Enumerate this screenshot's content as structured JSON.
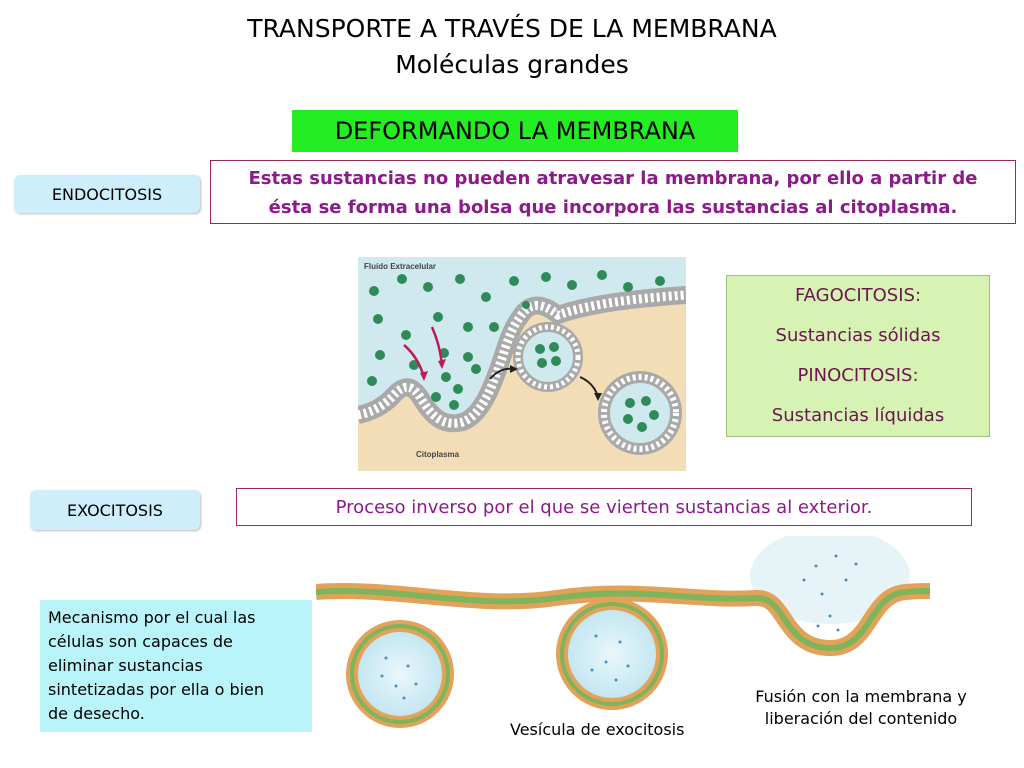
{
  "title": {
    "line1": "TRANSPORTE A TRAVÉS DE LA MEMBRANA",
    "line2": "Moléculas grandes"
  },
  "section_title": "DEFORMANDO LA MEMBRANA",
  "endocytosis": {
    "label": "ENDOCITOSIS",
    "description_line1": "Estas sustancias no pueden atravesar la membrana, por ello a partir de",
    "description_line2": "ésta se forma una bolsa que incorpora las sustancias al citoplasma.",
    "diagram": {
      "outside_label": "Fluído Extracelular",
      "inside_label": "Citoplasma"
    },
    "types": [
      "FAGOCITOSIS:",
      "Sustancias sólidas",
      "PINOCITOSIS:",
      "Sustancias líquidas"
    ]
  },
  "exocytosis": {
    "label": "EXOCITOSIS",
    "description": "Proceso inverso por el que se vierten sustancias al exterior.",
    "mechanism_lines": [
      "Mecanismo por el cual las",
      "células son capaces de",
      "eliminar sustancias",
      "sintetizadas por ella o bien",
      "de desecho."
    ],
    "vesicle_label": "Vesícula de exocitosis",
    "fusion_label_line1": "Fusión con la membrana y",
    "fusion_label_line2": "liberación del contenido"
  },
  "colors": {
    "section_green": "#22ee22",
    "label_blue": "#cdeefa",
    "text_purple": "#8b1a8b",
    "box_green": "#d6f3b3",
    "box_cyan": "#b9f4fa",
    "membrane_orange": "#e2a25a",
    "membrane_green": "#7fb45a",
    "particle_green": "#2e8b57",
    "arrow_red": "#c0185a"
  }
}
